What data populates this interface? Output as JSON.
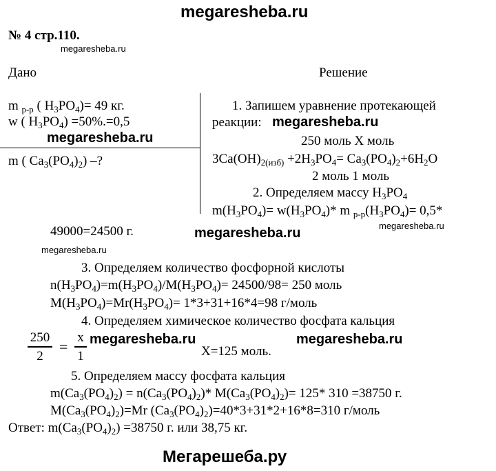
{
  "watermark": {
    "top": "megaresheba.ru",
    "small": "megaresheba.ru",
    "footer": "Мегарешеба.ру"
  },
  "header": {
    "problem_ref": "№ 4 стр.110."
  },
  "given": {
    "label": "Дано",
    "line1": {
      "m": "m ",
      "sub_pp": "р-р",
      "mid": " ( H",
      "sub3": "3",
      "po": "PO",
      "sub4": "4",
      "rest": ")= 49 кг."
    },
    "line2": {
      "w": "w (  H",
      "sub3": "3",
      "po": "PO",
      "sub4": "4",
      "rest": ") =50%.=0,5"
    },
    "find": {
      "a": "m (  Ca",
      "sub3": "3",
      "b": "(PO",
      "sub4": "4",
      "c": ")",
      "sub2": "2",
      "d": ") –?"
    }
  },
  "solution": {
    "label": "Решение",
    "step1": {
      "line1": "1.  Запишем уравнение протекающей",
      "line2": "реакции:"
    },
    "eq": {
      "above": "250 моль    X моль",
      "p1": "3Ca(OH)",
      "s1": "2(изб)",
      "p2": " +2H",
      "s2": "3",
      "p3": "PO",
      "s3": "4",
      "p4": "= Ca",
      "s4": "3",
      "p5": "(PO",
      "s5": "4",
      "p6": ")",
      "s6": "2",
      "p7": "+6H",
      "s7": "2",
      "p8": "O",
      "below": "2  моль    1  моль"
    },
    "step2": {
      "title_a": "2.  Определяем массу H",
      "title_s1": "3",
      "title_b": "PO",
      "title_s2": "4",
      "f_a": "m(H",
      "f_s1": "3",
      "f_b": "PO",
      "f_s2": "4",
      "f_c": ")= w(H",
      "f_s3": "3",
      "f_d": "PO",
      "f_s4": "4",
      "f_e": ")* m ",
      "f_s5": "р-р",
      "f_f": "(H",
      "f_s6": "3",
      "f_g": "PO",
      "f_s7": "4",
      "f_h": ")= 0,5*",
      "cont": "49000=24500 г."
    },
    "step3": {
      "title": "3.  Определяем количество фосфорной кислоты",
      "l1": {
        "a": "n(H",
        "s1": "3",
        "b": "PO",
        "s2": "4",
        "c": ")=m(H",
        "s3": "3",
        "d": "PO",
        "s4": "4",
        "e": ")/M(H",
        "s5": "3",
        "f": "PO",
        "s6": "4",
        "g": ")= 24500/98= 250 моль"
      },
      "l2": {
        "a": "M(H",
        "s1": "3",
        "b": "PO",
        "s2": "4",
        "c": ")=Mr(H",
        "s3": "3",
        "d": "PO",
        "s4": "4",
        "e": ")= 1*3+31+16*4=98 г/моль"
      }
    },
    "step4": {
      "title": "4.  Определяем химическое количество фосфата кальция",
      "frac1_num": "250",
      "frac1_den": "2",
      "eq_sign": "=",
      "frac2_num": "x",
      "frac2_den": "1",
      "result": "X=125 моль."
    },
    "step5": {
      "title": "5.  Определяем массу фосфата кальция",
      "l1": {
        "a": "m(Ca",
        "s1": "3",
        "b": "(PO",
        "s2": "4",
        "c": ")",
        "s3": "2",
        "d": ") = n(Ca",
        "s4": "3",
        "e": "(PO",
        "s5": "4",
        "f": ")",
        "s6": "2",
        "g": ")* M(Ca",
        "s7": "3",
        "h": "(PO",
        "s8": "4",
        "i": ")",
        "s9": "2",
        "j": ")= 125* 310 =38750 г."
      },
      "l2": {
        "a": "M(Ca",
        "s1": "3",
        "b": "(PO",
        "s2": "4",
        "c": ")",
        "s3": "2",
        "d": ")=Mr (Ca",
        "s4": "3",
        "e": "(PO",
        "s5": "4",
        "f": ")",
        "s6": "2",
        "g": ")=40*3+31*2+16*8=310 г/моль"
      }
    },
    "answer": {
      "a": "Ответ: m(Ca",
      "s1": "3",
      "b": "(PO",
      "s2": "4",
      "c": ")",
      "s3": "2",
      "d": ") =38750 г. или 38,75 кг."
    }
  }
}
